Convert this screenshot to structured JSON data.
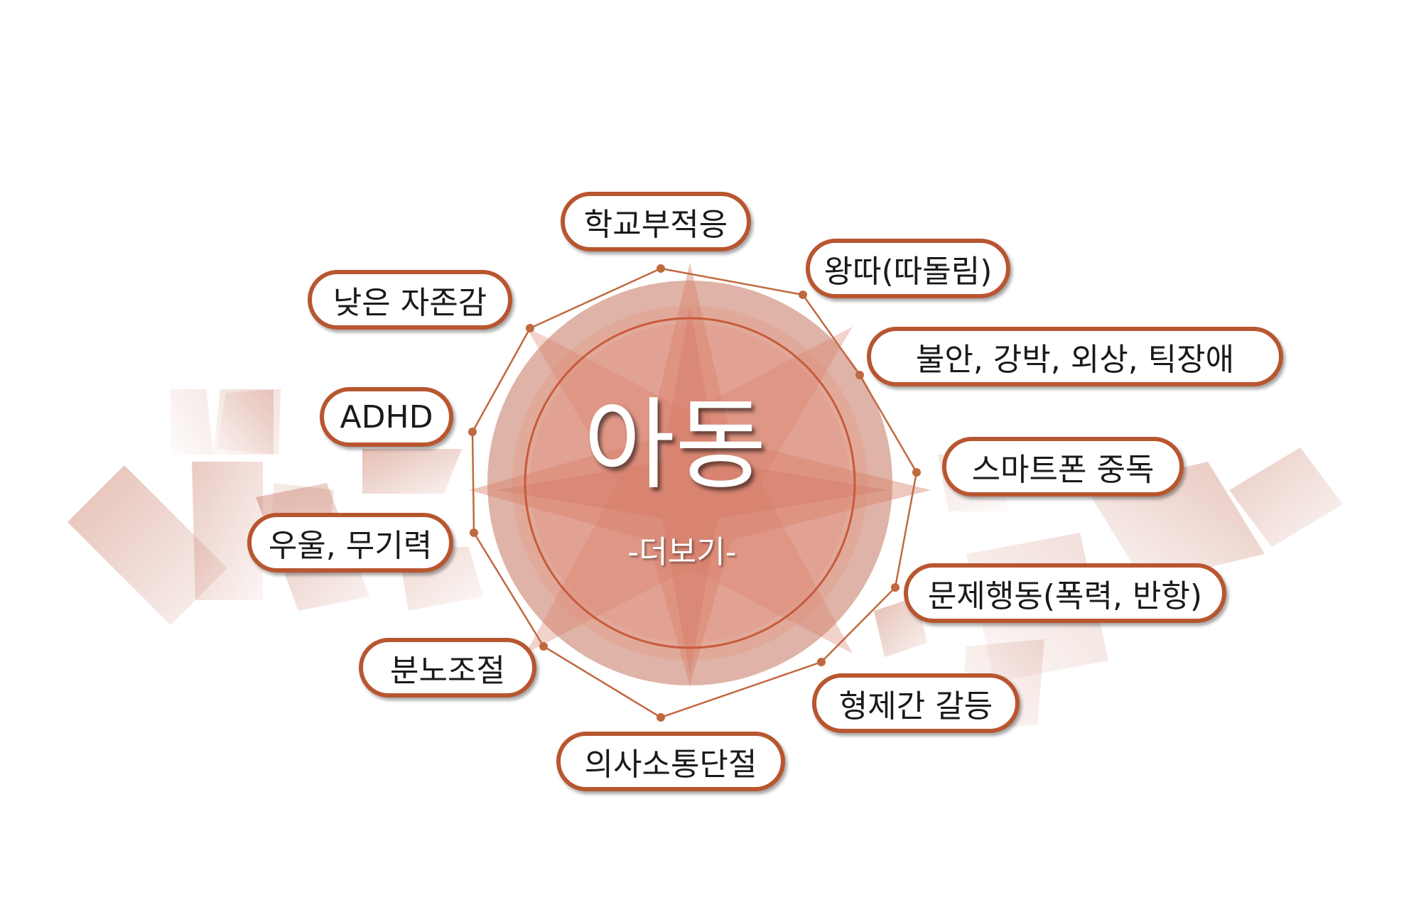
{
  "center": {
    "title": "아동",
    "more_label": "-더보기-"
  },
  "colors": {
    "border": "#b85630",
    "circle_outer": "#d9a698",
    "circle_inner": "#e3a090",
    "star": "#d9826c",
    "network": "#c0693f"
  },
  "topics": [
    {
      "id": "school",
      "label": "학교부적응"
    },
    {
      "id": "bullying",
      "label": "왕따(따돌림)"
    },
    {
      "id": "anxiety",
      "label": "불안, 강박, 외상, 틱장애"
    },
    {
      "id": "smartphone",
      "label": "스마트폰 중독"
    },
    {
      "id": "behavior",
      "label": "문제행동(폭력, 반항)"
    },
    {
      "id": "sibling",
      "label": "형제간 갈등"
    },
    {
      "id": "communication",
      "label": "의사소통단절"
    },
    {
      "id": "anger",
      "label": "분노조절"
    },
    {
      "id": "depression",
      "label": "우울, 무기력"
    },
    {
      "id": "adhd",
      "label": "ADHD"
    },
    {
      "id": "selfesteem",
      "label": "낮은 자존감"
    }
  ]
}
